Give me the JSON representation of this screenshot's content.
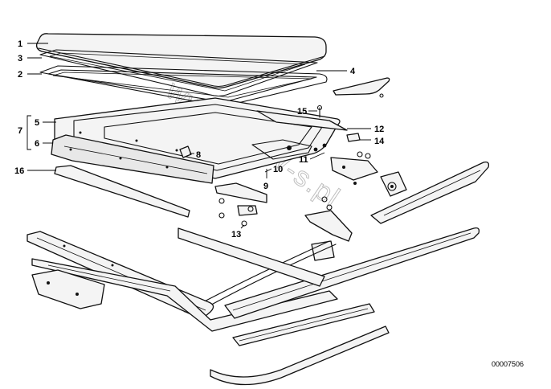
{
  "diagram": {
    "watermark": "www.BMW-s.pl",
    "document_number": "00007506",
    "callouts": [
      {
        "id": "1",
        "label": "1"
      },
      {
        "id": "3",
        "label": "3"
      },
      {
        "id": "2",
        "label": "2"
      },
      {
        "id": "4",
        "label": "4"
      },
      {
        "id": "15",
        "label": "15"
      },
      {
        "id": "12",
        "label": "12"
      },
      {
        "id": "14",
        "label": "14"
      },
      {
        "id": "7",
        "label": "7"
      },
      {
        "id": "5",
        "label": "5"
      },
      {
        "id": "6",
        "label": "6"
      },
      {
        "id": "8",
        "label": "8"
      },
      {
        "id": "11",
        "label": "11"
      },
      {
        "id": "10",
        "label": "10"
      },
      {
        "id": "9",
        "label": "9"
      },
      {
        "id": "16",
        "label": "16"
      },
      {
        "id": "13",
        "label": "13"
      }
    ]
  }
}
